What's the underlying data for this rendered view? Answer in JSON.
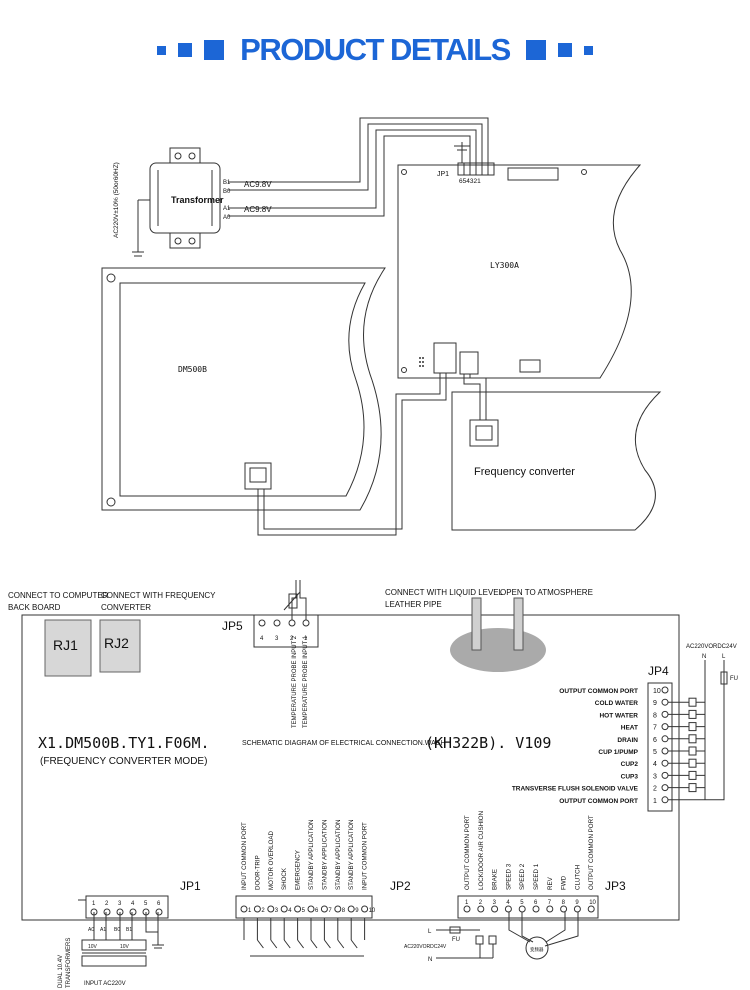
{
  "header": {
    "title": "PRODUCT DETAILS",
    "accent_color": "#1c66d6"
  },
  "top_diagram": {
    "transformer_label": "Transformer",
    "input_label": "AC220V±10% (50or60HZ)",
    "terminals": [
      "B1",
      "B0",
      "A1",
      "A0"
    ],
    "output_voltage_b": "AC9.8V",
    "output_voltage_a": "AC9.8V",
    "jp1_label": "JP1",
    "jp1_pins": "654321",
    "main_board_label": "LY300A",
    "display_board_label": "DM500B",
    "converter_label": "Frequency converter"
  },
  "bottom_diagram": {
    "connect_computer": [
      "CONNECT TO COMPUTER",
      "BACK BOARD"
    ],
    "connect_freq": [
      "CONNECT WITH FREQUENCY",
      "CONVERTER"
    ],
    "rj1": "RJ1",
    "rj2": "RJ2",
    "jp5_label": "JP5",
    "jp5_pins": [
      "4",
      "3",
      "2",
      "1"
    ],
    "temp_probe_2": "TEMPERATURE PROBE INPUT 2",
    "temp_probe_1": "TEMPERATURE PROBE INPUT 1",
    "connect_liquid": [
      "CONNECT WITH LIQUID LEVEL",
      "LEATHER PIPE"
    ],
    "open_atmosphere": "OPEN TO ATMOSPHERE",
    "model_code_a": "X1.DM500B.TY1.F06M.",
    "model_desc": "SCHEMATIC DIAGRAM OF ELECTRICAL CONNECTION.WASH",
    "model_code_b": "(KH322B). V109",
    "mode_label": "(FREQUENCY CONVERTER MODE)",
    "jp4_supply": "AC220VORDC24V",
    "jp4_n": "N",
    "jp4_l": "L",
    "jp4_fu": "FU",
    "jp4_label": "JP4",
    "jp4_pins": [
      "10",
      "9",
      "8",
      "7",
      "6",
      "5",
      "4",
      "3",
      "2",
      "1"
    ],
    "jp4_items": [
      "OUTPUT COMMON PORT",
      "COLD WATER",
      "HOT WATER",
      "HEAT",
      "DRAIN",
      "CUP 1/PUMP",
      "CUP2",
      "CUP3",
      "TRANSVERSE FLUSH SOLENOID VALVE",
      "OUTPUT COMMON PORT"
    ],
    "jp1_label": "JP1",
    "jp1_pins": [
      "1",
      "2",
      "3",
      "4",
      "5",
      "6"
    ],
    "jp1_terminals": [
      "A0",
      "A1",
      "B0",
      "B1"
    ],
    "jp1_transformer": [
      "DUAL 10.4V",
      "TRANSFORMERS"
    ],
    "jp1_input": "INPUT AC220V",
    "jp1_voltages": [
      "10V",
      "10V"
    ],
    "jp2_label": "JP2",
    "jp2_pins": [
      "1",
      "2",
      "3",
      "4",
      "5",
      "6",
      "7",
      "8",
      "9",
      "10"
    ],
    "jp2_items": [
      "INPUT COMMON PORT",
      "DOOR-TRIP",
      "MOTOR OVERLOAD",
      "SHOCK",
      "EMERGENCY",
      "STANDBY APPLICATION",
      "STANDBY APPLICATION",
      "STANDBY APPLICATION",
      "STANDBY APPLICATION",
      "INPUT COMMON PORT"
    ],
    "jp3_label": "JP3",
    "jp3_pins": [
      "1",
      "2",
      "3",
      "4",
      "5",
      "6",
      "7",
      "8",
      "9",
      "10"
    ],
    "jp3_items": [
      "OUTPUT COMMON PORT",
      "LOCK/DOOR AIR CUSHION",
      "BRAKE",
      "SPEED 3",
      "SPEED 2",
      "SPEED 1",
      "REV",
      "FWD",
      "CLUTCH",
      "OUTPUT COMMON PORT"
    ],
    "jp3_l": "L",
    "jp3_fu": "FU",
    "jp3_supply": "AC220VORDC24V",
    "jp3_n": "N",
    "motor_label": "变频器"
  }
}
